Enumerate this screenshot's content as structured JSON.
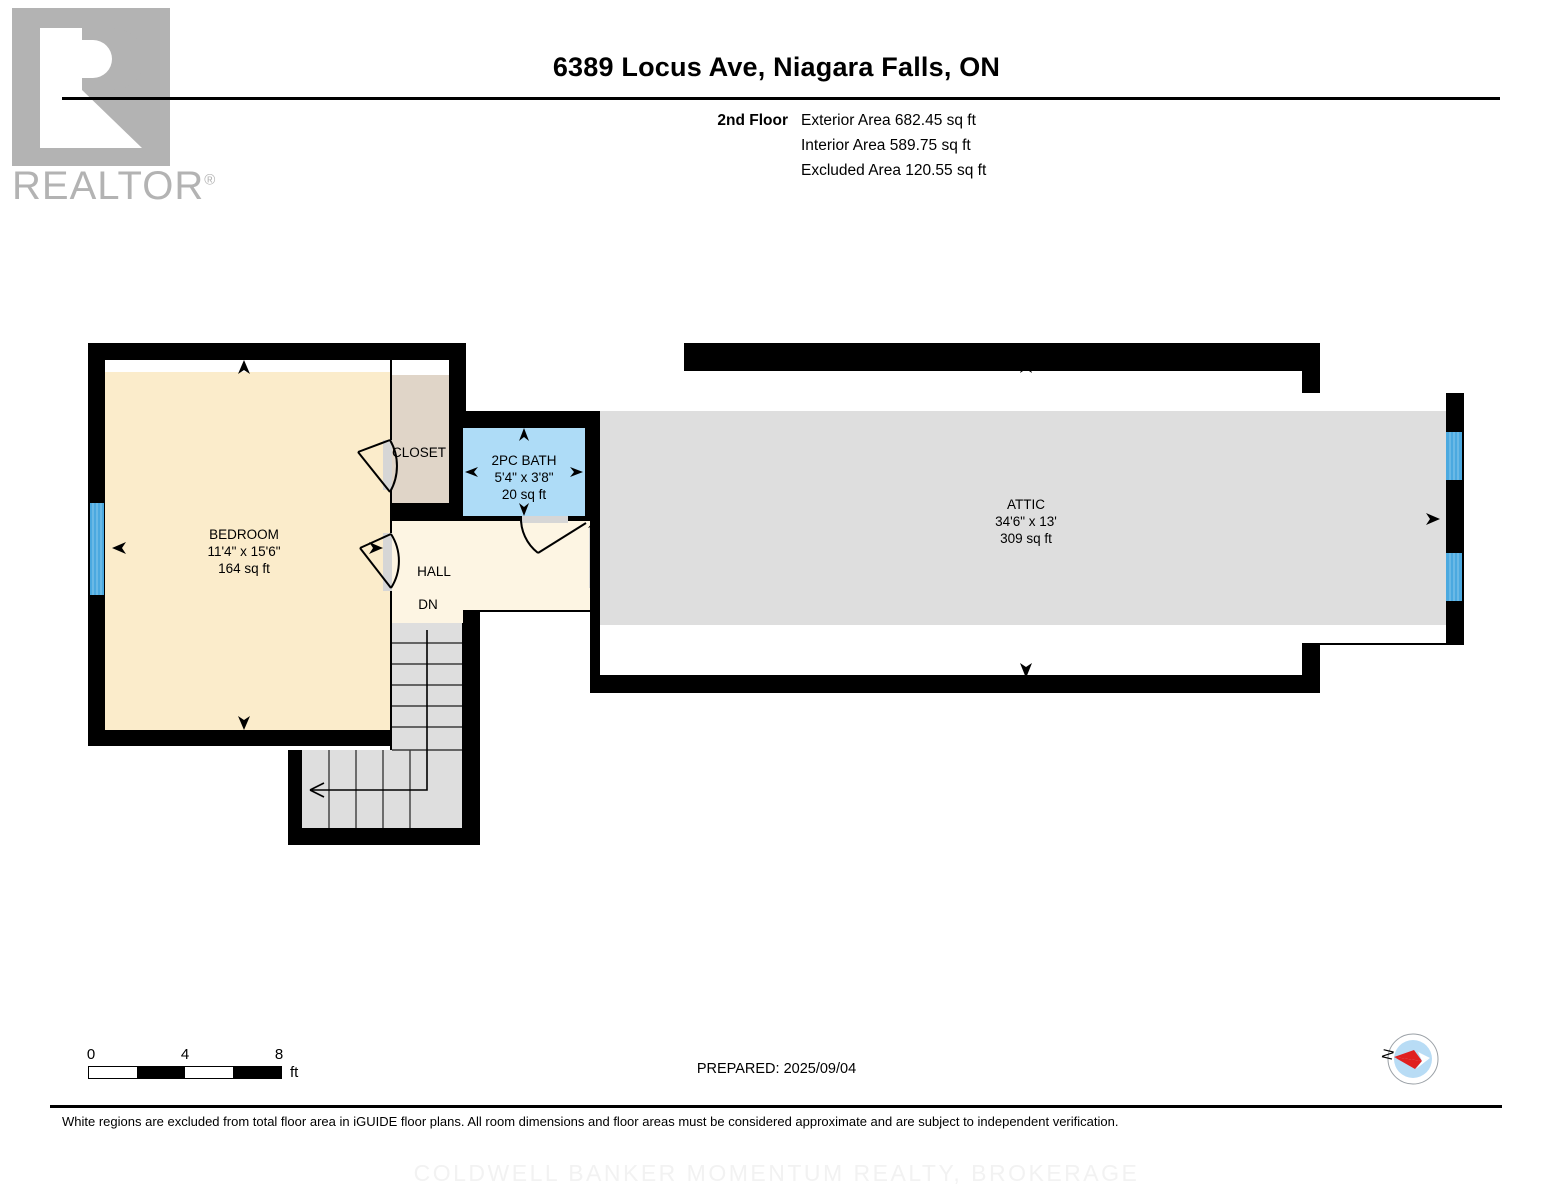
{
  "logo": {
    "wordmark": "REALTOR",
    "registered": "®"
  },
  "header": {
    "title": "6389 Locus Ave, Niagara Falls, ON",
    "floor_label": "2nd Floor",
    "exterior_area": "Exterior Area 682.45 sq ft",
    "interior_area": "Interior Area 589.75 sq ft",
    "excluded_area": "Excluded Area 120.55 sq ft"
  },
  "rooms": [
    {
      "id": "bedroom",
      "name": "BEDROOM",
      "dimensions": "11'4\" x 15'6\"",
      "area": "164 sq ft",
      "fill": "#fbeccb"
    },
    {
      "id": "closet",
      "name": "CLOSET",
      "dimensions": "",
      "area": "",
      "fill": "#e0d5c8"
    },
    {
      "id": "bath",
      "name": "2PC BATH",
      "dimensions": "5'4\" x 3'8\"",
      "area": "20 sq ft",
      "fill": "#aedcf7"
    },
    {
      "id": "hall",
      "name": "HALL",
      "dimensions": "",
      "area": "",
      "fill": "#fdf5e3"
    },
    {
      "id": "hall_dn",
      "name": "DN",
      "dimensions": "",
      "area": "",
      "fill": ""
    },
    {
      "id": "attic",
      "name": "ATTIC",
      "dimensions": "34'6\" x 13'",
      "area": "309 sq ft",
      "fill": "#dedede"
    }
  ],
  "scale": {
    "ticks": [
      "0",
      "4",
      "8"
    ],
    "unit": "ft"
  },
  "prepared": "PREPARED: 2025/09/04",
  "compass": {
    "north_label": "N"
  },
  "footer": {
    "disclaimer": "White regions are excluded from total floor area in iGUIDE floor plans. All room dimensions and floor areas must be considered approximate and are subject to independent verification.",
    "watermark": "COLDWELL BANKER MOMENTUM REALTY, BROKERAGE"
  },
  "colors": {
    "wall": "#000000",
    "window": "#4ba9e0",
    "stair": "#dedede",
    "excluded": "#ffffff"
  }
}
